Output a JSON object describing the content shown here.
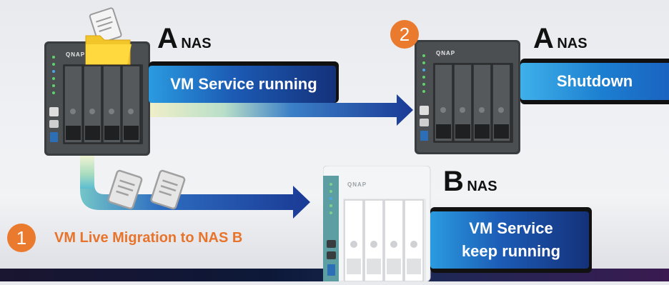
{
  "step1": {
    "number": "1",
    "caption": "VM Live Migration to NAS B"
  },
  "step2": {
    "number": "2"
  },
  "nas_a_left": {
    "letter": "A",
    "suffix": "NAS",
    "brand": "QNAP",
    "status": "VM Service running"
  },
  "nas_a_right": {
    "letter": "A",
    "suffix": "NAS",
    "brand": "QNAP",
    "status": "Shutdown"
  },
  "nas_b": {
    "letter": "B",
    "suffix": "NAS",
    "brand": "QNAP",
    "status_line1": "VM Service",
    "status_line2": "keep running"
  },
  "colors": {
    "accent_orange": "#ea7a2d",
    "arrow_blue": "#1a3d9a",
    "panel_blue": "#1c5bb5",
    "panel_cyan": "#2a9be0"
  }
}
